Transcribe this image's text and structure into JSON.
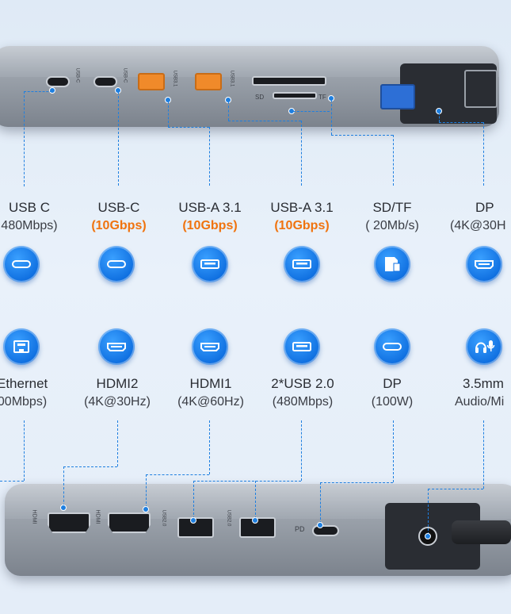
{
  "top_ports": [
    {
      "name": "USB C",
      "spec": "480Mbps)",
      "highlight": false,
      "icon": "usb-c-icon"
    },
    {
      "name": "USB-C",
      "spec": "(10Gbps)",
      "highlight": true,
      "icon": "usb-c-icon"
    },
    {
      "name": "USB-A 3.1",
      "spec": "(10Gbps)",
      "highlight": true,
      "icon": "usb-a-icon"
    },
    {
      "name": "USB-A 3.1",
      "spec": "(10Gbps)",
      "highlight": true,
      "icon": "usb-a-icon"
    },
    {
      "name": "SD/TF",
      "spec": "( 20Mb/s)",
      "highlight": false,
      "icon": "sd-card-icon"
    },
    {
      "name": "DP",
      "spec": "(4K@30H",
      "highlight": false,
      "icon": "hdmi-icon"
    }
  ],
  "bottom_ports": [
    {
      "name": "Ethernet",
      "spec": "000Mbps)",
      "icon": "ethernet-icon"
    },
    {
      "name": "HDMI2",
      "spec": "(4K@30Hz)",
      "icon": "hdmi-icon"
    },
    {
      "name": "HDMI1",
      "spec": "(4K@60Hz)",
      "icon": "hdmi-icon"
    },
    {
      "name": "2*USB 2.0",
      "spec": "(480Mbps)",
      "icon": "usb-a-icon"
    },
    {
      "name": "DP",
      "spec": "(100W)",
      "icon": "usb-c-icon"
    },
    {
      "name": "3.5mm",
      "spec": "Audio/Mi",
      "icon": "headset-mic-icon"
    }
  ],
  "hub_top_text": {
    "usbc1": "USB-C",
    "usbc2": "USB-C",
    "usba1": "USB3.1",
    "usba2": "USB3.1",
    "sd": "SD",
    "tf": "TF"
  },
  "hub_bottom_text": {
    "hdmi2": "HDMI",
    "hdmi1": "HDMI",
    "usb2a": "USB2.0",
    "usb2b": "USB2.0",
    "pd": "PD"
  },
  "colors": {
    "accent_blue": "#1e7fe0",
    "highlight_orange": "#f0730e",
    "port_orange": "#f08a2a"
  }
}
